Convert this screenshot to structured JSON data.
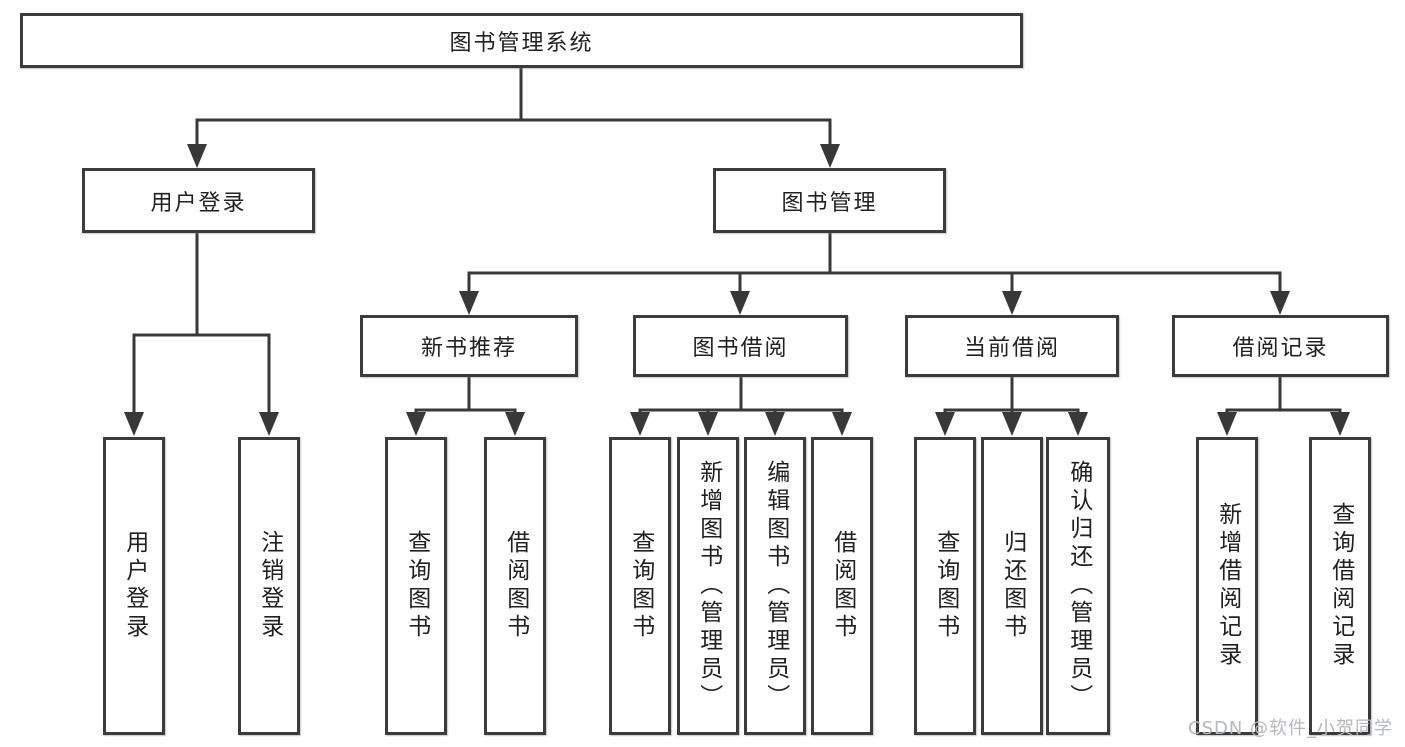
{
  "colors": {
    "line": "#383838",
    "box-border": "#3b3b3b",
    "text": "#212121",
    "watermark": "#b5b8bc",
    "background": "#ffffff"
  },
  "watermark": "CSDN @软件_小贺同学",
  "tree": {
    "label": "图书管理系统",
    "children": [
      {
        "label": "用户登录",
        "children": [
          {
            "label": "用户登录"
          },
          {
            "label": "注销登录"
          }
        ]
      },
      {
        "label": "图书管理",
        "children": [
          {
            "label": "新书推荐",
            "children": [
              {
                "label": "查询图书"
              },
              {
                "label": "借阅图书"
              }
            ]
          },
          {
            "label": "图书借阅",
            "children": [
              {
                "label": "查询图书"
              },
              {
                "label": "新增图书（管理员）"
              },
              {
                "label": "编辑图书（管理员）"
              },
              {
                "label": "借阅图书"
              }
            ]
          },
          {
            "label": "当前借阅",
            "children": [
              {
                "label": "查询图书"
              },
              {
                "label": "归还图书"
              },
              {
                "label": "确认归还（管理员）"
              }
            ]
          },
          {
            "label": "借阅记录",
            "children": [
              {
                "label": "新增借阅记录"
              },
              {
                "label": "查询借阅记录"
              }
            ]
          }
        ]
      }
    ]
  }
}
